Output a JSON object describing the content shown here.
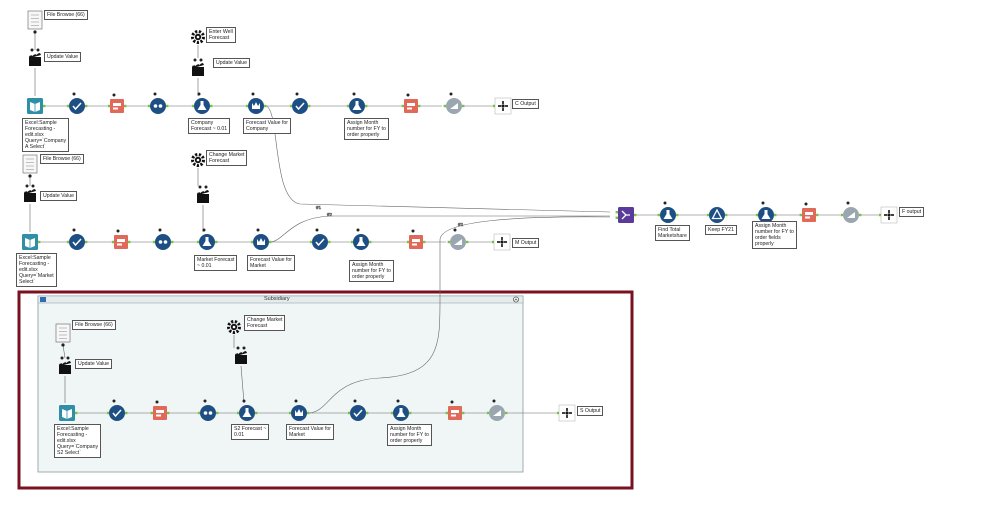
{
  "container": {
    "title": "Subsidiary"
  },
  "labels": {
    "fb1": "File Browse (66)",
    "uv1": "Update Value",
    "in1": "Excel:Sample\nForecasting -\nedit.xlsx\nQuery=`Company\nA Select`",
    "ew": "Enter Well\nForecast",
    "uv2": "Update Value",
    "cf": "Company\nForecast ~ 0.01",
    "fvc": "Forecast Value for\nCompany",
    "am1": "Assign Month\nnumber for FY to\norder properly",
    "o1": "C Output",
    "fb2": "File Browse (66)",
    "uv3": "Update Value",
    "in2": "Excel:Sample\nForecasting -\nedit.xlsx\nQuery=`Market\nSelect`",
    "cm1": "Change Market\nForecast",
    "mf": "Market Forecast\n~ 0.01",
    "fvm1": "Forecast Value for\nMarket",
    "am2": "Assign Month\nnumber for FY to\norder properly",
    "o2": "M Output",
    "ftm": "Find Total\nMarketshare",
    "kfy": "Keep FY21",
    "am4": "Assign Month\nnumber for FY to\norder fields\nproperly",
    "o4": "F output",
    "fb3": "File Browse (66)",
    "uv4": "Update Value",
    "cm2": "Change Market\nForecast",
    "in3": "Excel:Sample\nForecasting -\nedit.xlsx\nQuery=`Company\nS2 Select`",
    "s2f": "S2 Forecast ~\n0.01",
    "fvm2": "Forecast Value for\nMarket",
    "am3": "Assign Month\nnumber for FY to\norder properly",
    "o3": "S Output"
  },
  "connector_labels": {
    "a": "#1",
    "b": "#2"
  },
  "colors": {
    "blue": "#1e4f84",
    "salmon": "#e0695a",
    "grey": "#9aa7b1",
    "purple": "#5a3a9a",
    "green_anchor": "#7ac143",
    "container_border": "#7a1020",
    "container_fill": "#f0f5f5"
  }
}
